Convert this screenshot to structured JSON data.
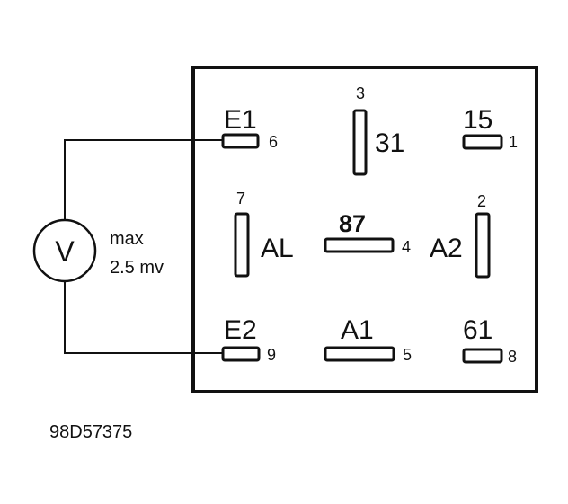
{
  "meter": {
    "symbol": "V",
    "line1": "max",
    "line2": "2.5 mv"
  },
  "terminals": {
    "e1": {
      "label": "E1",
      "pin": "6"
    },
    "t31": {
      "label": "31",
      "pin": "3"
    },
    "t15": {
      "label": "15",
      "pin": "1"
    },
    "al": {
      "label": "AL",
      "pin": "7"
    },
    "t87": {
      "label": "87",
      "pin": "4"
    },
    "a2": {
      "label": "A2",
      "pin": "2"
    },
    "e2": {
      "label": "E2",
      "pin": "9"
    },
    "a1": {
      "label": "A1",
      "pin": "5"
    },
    "t61": {
      "label": "61",
      "pin": "8"
    }
  },
  "figure_code": "98D57375",
  "colors": {
    "ink": "#111111",
    "background": "#ffffff"
  }
}
